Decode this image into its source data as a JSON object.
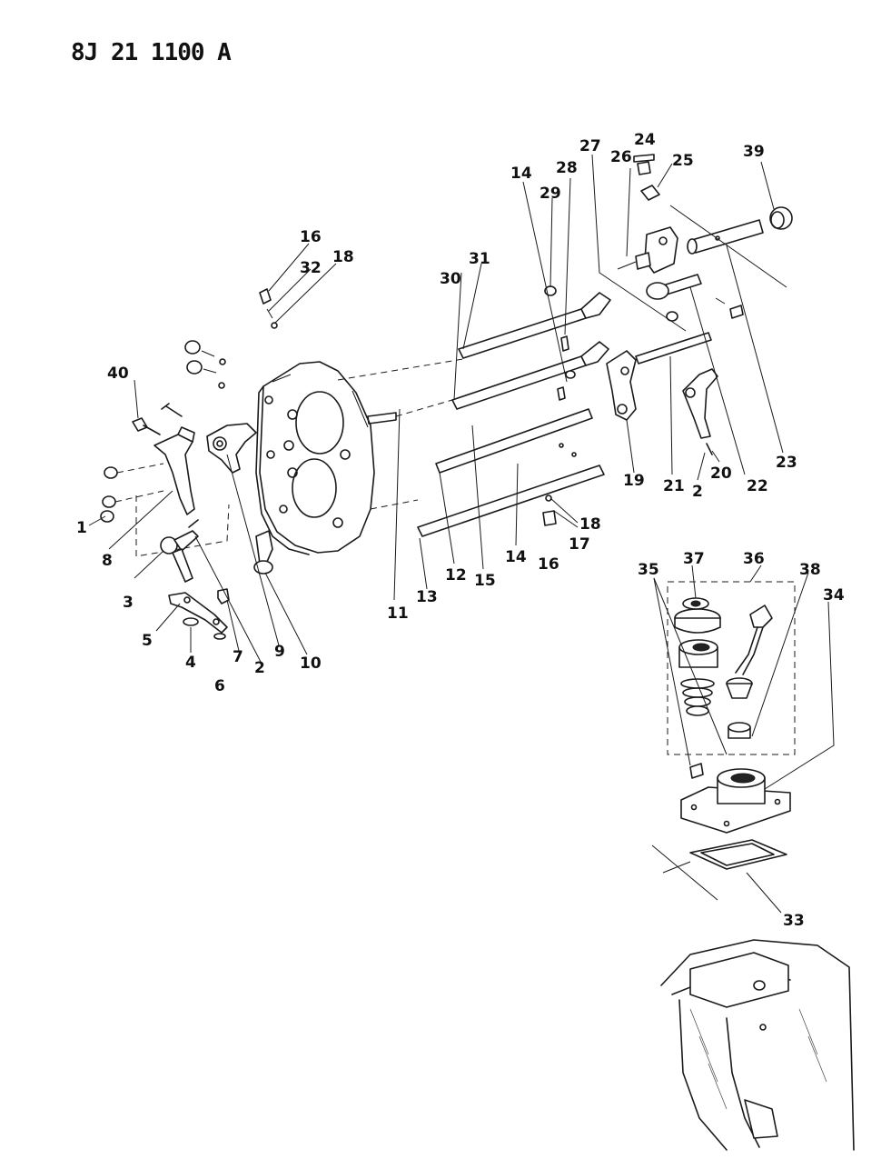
{
  "header": {
    "document_code": "8J 21 1100 A"
  },
  "callouts": [
    {
      "id": "c1",
      "label": "1"
    },
    {
      "id": "c2a",
      "label": "2"
    },
    {
      "id": "c2b",
      "label": "2"
    },
    {
      "id": "c3",
      "label": "3"
    },
    {
      "id": "c4",
      "label": "4"
    },
    {
      "id": "c5",
      "label": "5"
    },
    {
      "id": "c6",
      "label": "6"
    },
    {
      "id": "c7",
      "label": "7"
    },
    {
      "id": "c8",
      "label": "8"
    },
    {
      "id": "c9",
      "label": "9"
    },
    {
      "id": "c10",
      "label": "10"
    },
    {
      "id": "c11",
      "label": "11"
    },
    {
      "id": "c12",
      "label": "12"
    },
    {
      "id": "c13",
      "label": "13"
    },
    {
      "id": "c14a",
      "label": "14"
    },
    {
      "id": "c14b",
      "label": "14"
    },
    {
      "id": "c15",
      "label": "15"
    },
    {
      "id": "c16a",
      "label": "16"
    },
    {
      "id": "c16b",
      "label": "16"
    },
    {
      "id": "c17",
      "label": "17"
    },
    {
      "id": "c18a",
      "label": "18"
    },
    {
      "id": "c18b",
      "label": "18"
    },
    {
      "id": "c19",
      "label": "19"
    },
    {
      "id": "c20",
      "label": "20"
    },
    {
      "id": "c21",
      "label": "21"
    },
    {
      "id": "c22",
      "label": "22"
    },
    {
      "id": "c23",
      "label": "23"
    },
    {
      "id": "c24",
      "label": "24"
    },
    {
      "id": "c25",
      "label": "25"
    },
    {
      "id": "c26",
      "label": "26"
    },
    {
      "id": "c27",
      "label": "27"
    },
    {
      "id": "c28",
      "label": "28"
    },
    {
      "id": "c29",
      "label": "29"
    },
    {
      "id": "c30",
      "label": "30"
    },
    {
      "id": "c31",
      "label": "31"
    },
    {
      "id": "c32",
      "label": "32"
    },
    {
      "id": "c33",
      "label": "33"
    },
    {
      "id": "c34",
      "label": "34"
    },
    {
      "id": "c35",
      "label": "35"
    },
    {
      "id": "c36",
      "label": "36"
    },
    {
      "id": "c37",
      "label": "37"
    },
    {
      "id": "c38",
      "label": "38"
    },
    {
      "id": "c39",
      "label": "39"
    },
    {
      "id": "c40",
      "label": "40"
    }
  ]
}
